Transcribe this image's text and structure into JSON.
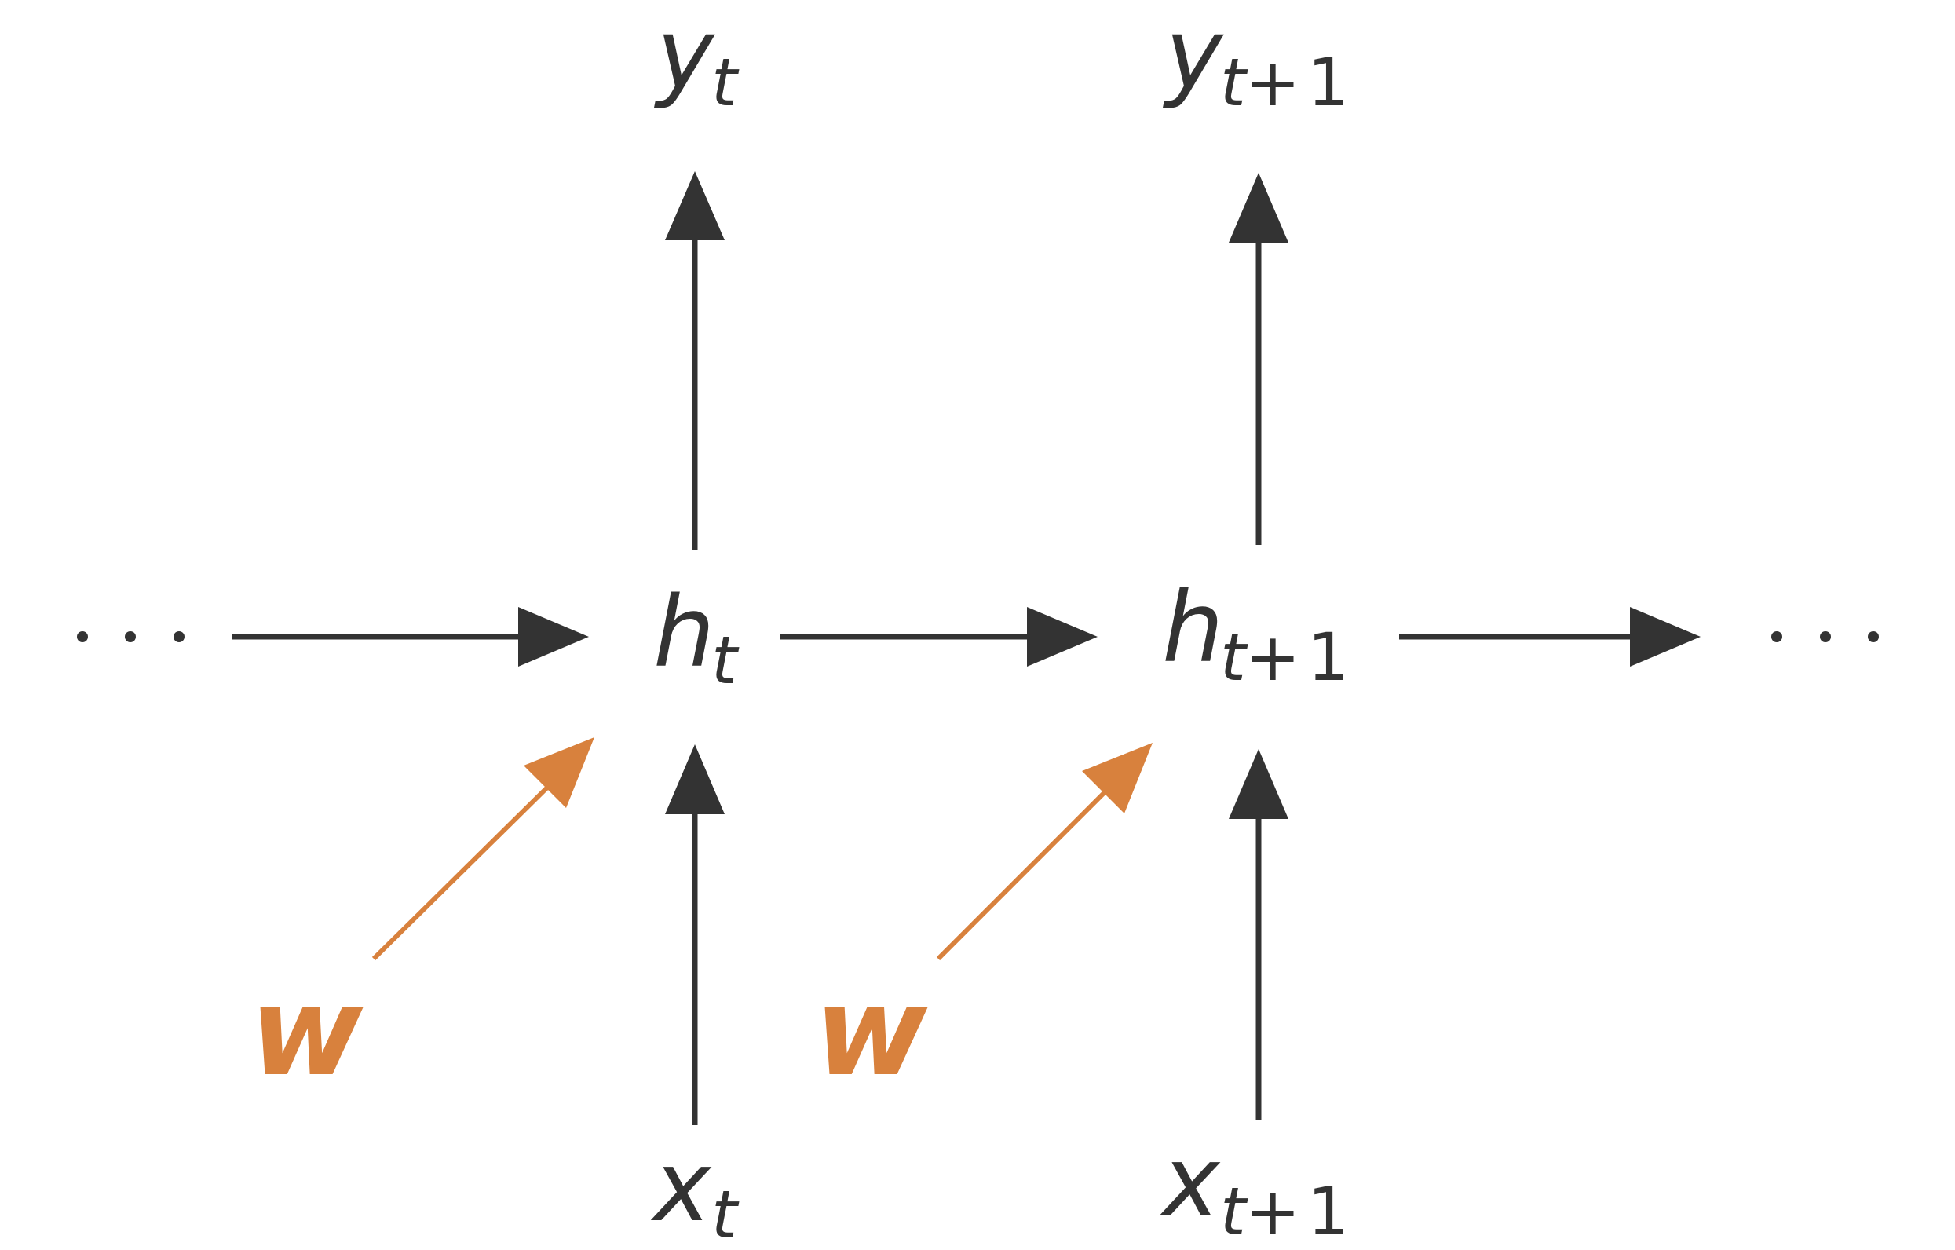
{
  "colors": {
    "ink": "#333333",
    "weight": "#D8813D",
    "background": "#ffffff"
  },
  "labels": {
    "ellipsis_left": "· · ·",
    "ellipsis_right": "· · ·",
    "h_t": {
      "base": "h",
      "sub": "t"
    },
    "h_t1": {
      "base": "h",
      "sub": "t",
      "plus": "+",
      "one": "1"
    },
    "y_t": {
      "base": "y",
      "sub": "t"
    },
    "y_t1": {
      "base": "y",
      "sub": "t",
      "plus": "+",
      "one": "1"
    },
    "x_t": {
      "base": "x",
      "sub": "t"
    },
    "x_t1": {
      "base": "x",
      "sub": "t",
      "plus": "+",
      "one": "1"
    },
    "w_left": "w",
    "w_right": "w"
  }
}
